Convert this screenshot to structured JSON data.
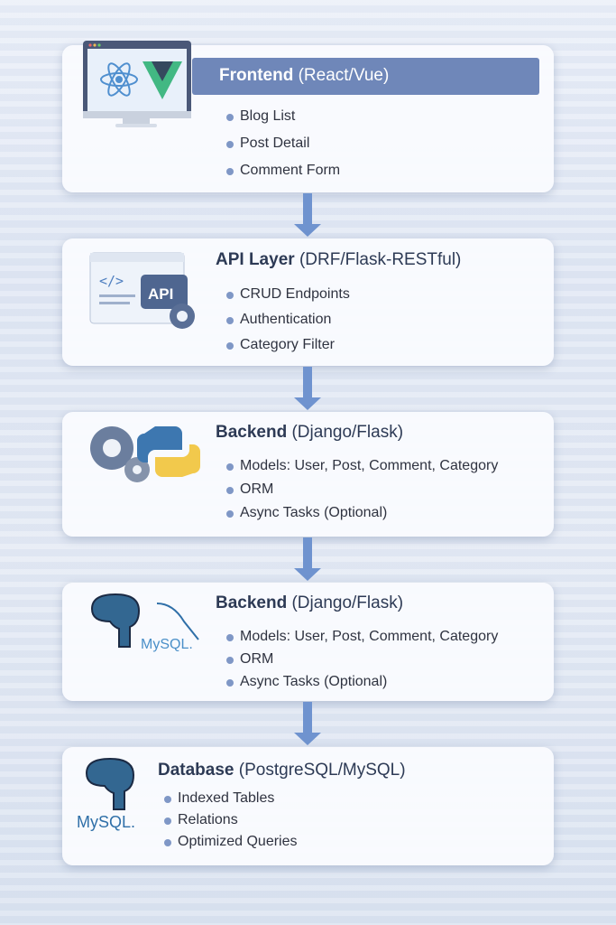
{
  "layers": [
    {
      "title_bold": "Frontend",
      "title_rest": "(React/Vue)",
      "items": [
        "Blog List",
        "Post Detail",
        "Comment Form"
      ]
    },
    {
      "title_bold": "API Layer",
      "title_rest": "(DRF/Flask-RESTful)",
      "items": [
        "CRUD Endpoints",
        "Authentication",
        "Category Filter"
      ],
      "icon_text": "API",
      "code_glyph": "</>"
    },
    {
      "title_bold": "Backend",
      "title_rest": "(Django/Flask)",
      "items": [
        "Models: User, Post, Comment, Category",
        "ORM",
        "Async Tasks (Optional)"
      ]
    },
    {
      "title_bold": "Backend",
      "title_rest": "(Django/Flask)",
      "items": [
        "Models: User, Post, Comment, Category",
        "ORM",
        "Async Tasks (Optional)"
      ],
      "logo_text": "MySQL."
    },
    {
      "title_bold": "Database",
      "title_rest": "(PostgreSQL/MySQL)",
      "items": [
        "Indexed Tables",
        "Relations",
        "Optimized Queries"
      ],
      "logo_text": "MySQL."
    }
  ],
  "colors": {
    "header": "#6f87b9",
    "arrow": "#6f93cf",
    "bullet": "#7f97c6",
    "text": "#2d3a55"
  }
}
